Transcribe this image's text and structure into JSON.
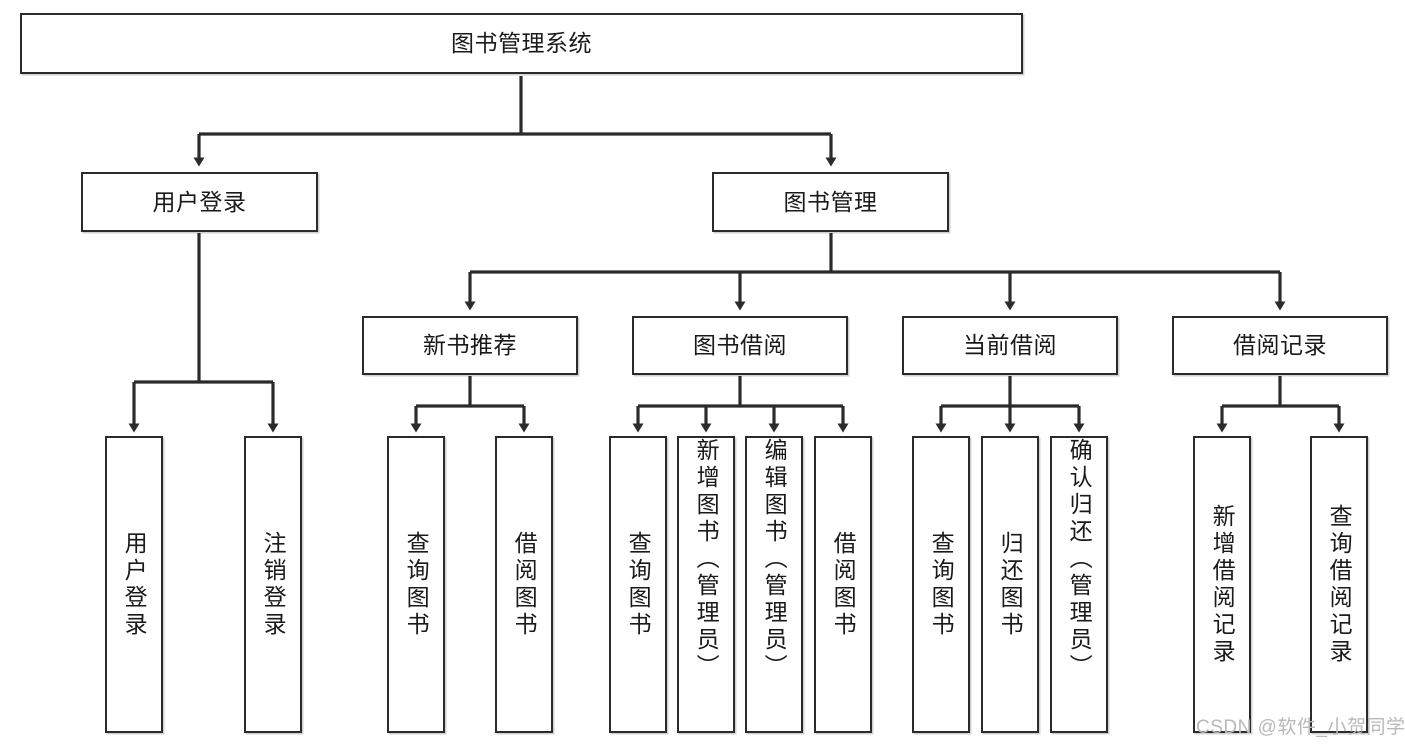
{
  "diagram": {
    "type": "tree-flowchart",
    "title": "图书管理系统",
    "orientation": "top-down",
    "watermark": "CSDN @软件_小贺同学",
    "colors": {
      "box_border": "#2b2b2b",
      "box_fill": "#ffffff",
      "text": "#1a1a1a",
      "connector": "#2b2b2b",
      "watermark": "#b9b9b9",
      "background": "#ffffff"
    },
    "nodes": {
      "root": {
        "label": "图书管理系统",
        "level": 0,
        "orientation": "horizontal"
      },
      "l1": [
        {
          "id": "user-login",
          "label": "用户登录",
          "level": 1,
          "orientation": "horizontal"
        },
        {
          "id": "book-management",
          "label": "图书管理",
          "level": 1,
          "orientation": "horizontal"
        }
      ],
      "l2": [
        {
          "id": "new-book-recommend",
          "label": "新书推荐",
          "level": 2,
          "orientation": "horizontal",
          "parent": "book-management"
        },
        {
          "id": "book-borrow",
          "label": "图书借阅",
          "level": 2,
          "orientation": "horizontal",
          "parent": "book-management"
        },
        {
          "id": "current-borrow",
          "label": "当前借阅",
          "level": 2,
          "orientation": "horizontal",
          "parent": "book-management"
        },
        {
          "id": "borrow-record",
          "label": "借阅记录",
          "level": 2,
          "orientation": "horizontal",
          "parent": "book-management"
        }
      ],
      "leaves": [
        {
          "id": "leaf-user-login",
          "label": "用户登录",
          "parent": "user-login",
          "orientation": "vertical"
        },
        {
          "id": "leaf-logout-login",
          "label": "注销登录",
          "parent": "user-login",
          "orientation": "vertical"
        },
        {
          "id": "leaf-query-book-1",
          "label": "查询图书",
          "parent": "new-book-recommend",
          "orientation": "vertical"
        },
        {
          "id": "leaf-borrow-book-1",
          "label": "借阅图书",
          "parent": "new-book-recommend",
          "orientation": "vertical"
        },
        {
          "id": "leaf-query-book-2",
          "label": "查询图书",
          "parent": "book-borrow",
          "orientation": "vertical"
        },
        {
          "id": "leaf-add-book",
          "label": "新增图书（管理员）",
          "parent": "book-borrow",
          "orientation": "vertical"
        },
        {
          "id": "leaf-edit-book",
          "label": "编辑图书（管理员）",
          "parent": "book-borrow",
          "orientation": "vertical"
        },
        {
          "id": "leaf-borrow-book-2",
          "label": "借阅图书",
          "parent": "book-borrow",
          "orientation": "vertical"
        },
        {
          "id": "leaf-query-book-3",
          "label": "查询图书",
          "parent": "current-borrow",
          "orientation": "vertical"
        },
        {
          "id": "leaf-return-book",
          "label": "归还图书",
          "parent": "current-borrow",
          "orientation": "vertical"
        },
        {
          "id": "leaf-confirm-return",
          "label": "确认归还（管理员）",
          "parent": "current-borrow",
          "orientation": "vertical"
        },
        {
          "id": "leaf-add-record",
          "label": "新增借阅记录",
          "parent": "borrow-record",
          "orientation": "vertical"
        },
        {
          "id": "leaf-query-record",
          "label": "查询借阅记录",
          "parent": "borrow-record",
          "orientation": "vertical"
        }
      ]
    }
  }
}
